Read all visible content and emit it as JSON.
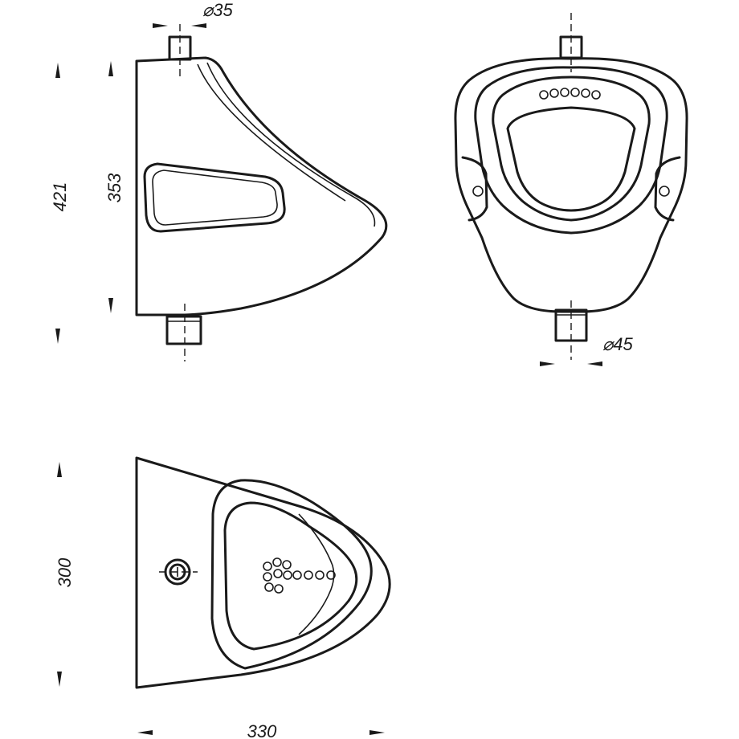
{
  "dimensions": {
    "overall_height": "421",
    "body_height": "353",
    "inlet_diameter": "35",
    "outlet_diameter": "45",
    "depth": "300",
    "width": "330",
    "diameter_symbol": "⌀"
  },
  "views": [
    "side-view",
    "front-view",
    "top-view"
  ]
}
